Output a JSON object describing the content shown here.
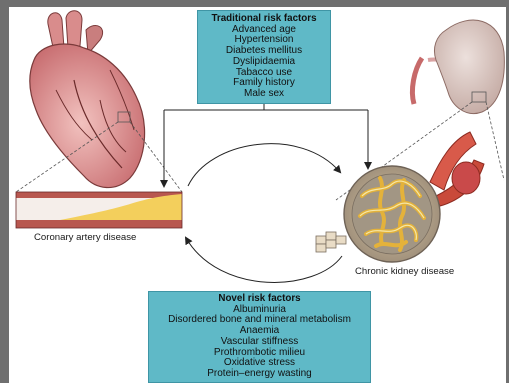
{
  "traditional_risk_factors": {
    "title": "Traditional risk factors",
    "items": [
      "Advanced age",
      "Hypertension",
      "Diabetes mellitus",
      "Dyslipidaemia",
      "Tabacco use",
      "Family history",
      "Male sex"
    ]
  },
  "novel_risk_factors": {
    "title": "Novel risk factors",
    "items": [
      "Albuminuria",
      "Disordered bone and mineral metabolism",
      "Anaemia",
      "Vascular stiffness",
      "Prothrombotic milieu",
      "Oxidative stress",
      "Protein–energy wasting"
    ]
  },
  "labels": {
    "coronary": "Coronary artery disease",
    "kidney": "Chronic kidney disease"
  },
  "colors": {
    "box_fill": "#5fb9c7",
    "heart": "#d98c8c",
    "kidney": "#d7c3bd",
    "artery_plaque": "#f3cf5c"
  }
}
